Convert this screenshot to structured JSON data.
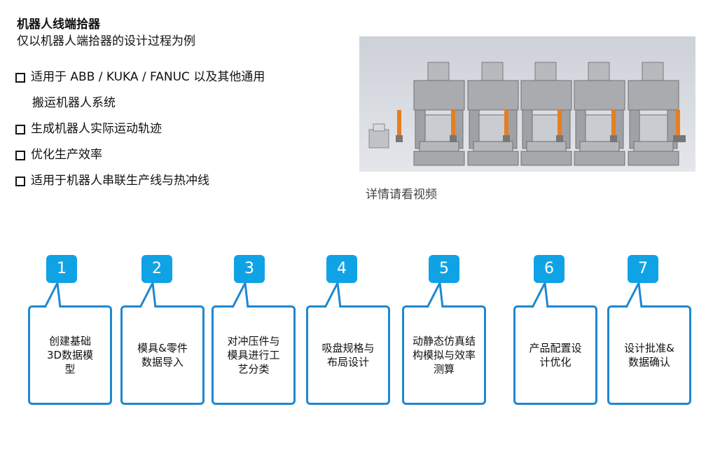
{
  "header": {
    "title": "机器人线端拾器",
    "subtitle": "仅以机器人端拾器的设计过程为例"
  },
  "bullets": [
    "适用于 ABB / KUKA / FANUC 以及其他通用",
    "搬运机器人系统",
    "生成机器人实际运动轨迹",
    "优化生产效率",
    "适用于机器人串联生产线与热冲线"
  ],
  "image": {
    "caption": "详情请看视频",
    "icon": "press-line-robot-scene"
  },
  "steps": [
    {
      "number": "1",
      "lines": [
        "创建基础",
        "3D数据模",
        "型"
      ]
    },
    {
      "number": "2",
      "lines": [
        "模具&零件",
        "数据导入"
      ]
    },
    {
      "number": "3",
      "lines": [
        "对冲压件与",
        "模具进行工",
        "艺分类"
      ]
    },
    {
      "number": "4",
      "lines": [
        "吸盘规格与",
        "布局设计"
      ]
    },
    {
      "number": "5",
      "lines": [
        "动静态仿真结",
        "构模拟与效率",
        "测算"
      ]
    },
    {
      "number": "6",
      "lines": [
        "产品配置设",
        "计优化"
      ]
    },
    {
      "number": "7",
      "lines": [
        "设计批准&",
        "数据确认"
      ]
    }
  ],
  "colors": {
    "accent": "#0fa3e6",
    "border": "#1e88d0",
    "scene_bg": "#d2d6dc",
    "press": "#a9abae",
    "robot": "#e67e22"
  }
}
